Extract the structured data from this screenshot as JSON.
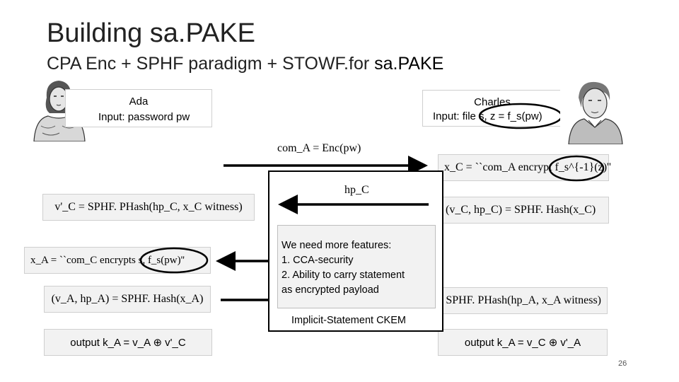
{
  "title": "Building sa.PAKE",
  "subtitle": {
    "prefix": "CPA Enc + SPHF paradigm + STOWF.for ",
    "emph": "sa.PAKE"
  },
  "ada": {
    "name": "Ada",
    "input": "Input: password pw"
  },
  "charles": {
    "name": "Charles",
    "input": "Input: file s, z = f_s(pw)"
  },
  "messages": {
    "com_a": "com_A = Enc(pw)",
    "hp_c": "hp_C"
  },
  "server": {
    "x_c": "x_C = ``com_A encrypt f_s^{-1}(z)''",
    "v_c": "(v_C, hp_C) = SPHF. Hash(x_C)",
    "phash": "SPHF. PHash(hp_A, x_A witness)",
    "output": "output k_A = v_C ⊕ v'_A"
  },
  "client": {
    "v_prime_c": "v'_C = SPHF. PHash(hp_C, x_C witness)",
    "x_a": "x_A = ``com_C encrypts s, f_s(pw)''",
    "v_a": "(v_A, hp_A) = SPHF. Hash(x_A)",
    "output": "output k_A = v_A ⊕ v'_C"
  },
  "note": {
    "lines": [
      "We need more features:",
      "1. CCA-security",
      "2. Ability to carry statement",
      "as encrypted payload"
    ]
  },
  "caption": "Implicit-Statement CKEM",
  "page_number": "26"
}
